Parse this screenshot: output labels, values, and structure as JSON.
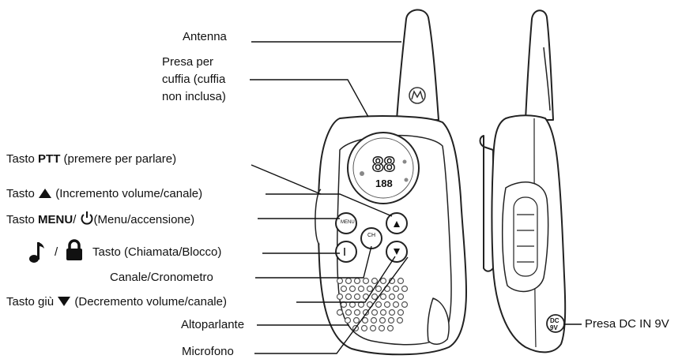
{
  "labels": {
    "antenna": "Antenna",
    "headset_jack": [
      "Presa per",
      "cuffia (cuffia",
      "non inclusa)"
    ],
    "ptt": {
      "prefix": "Tasto ",
      "bold": "PTT",
      "suffix": " (premere per parlare)"
    },
    "volume_up": {
      "prefix": "Tasto ",
      "suffix": " (Incremento volume/canale)"
    },
    "menu": {
      "prefix": "Tasto ",
      "bold": "MENU",
      "slash": "/ ",
      "suffix": "(Menu/accensione)"
    },
    "call_lock": {
      "slash": "/",
      "text": "Tasto (Chiamata/Blocco)"
    },
    "channel_timer": "Canale/Cronometro",
    "volume_down": {
      "prefix": "Tasto giù ",
      "suffix": " (Decremento volume/canale)"
    },
    "speaker": "Altoparlante",
    "microphone": "Microfono",
    "dc_jack": "Presa DC IN 9V"
  },
  "device": {
    "display_digits": "88",
    "display_small_digits": "188",
    "menu_key_text": "MENU",
    "ch_key_text": "CH",
    "dc_text": [
      "DC",
      "9V"
    ]
  },
  "icons": [
    "up-triangle-icon",
    "power-icon",
    "music-note-icon",
    "lock-icon",
    "down-triangle-icon"
  ]
}
